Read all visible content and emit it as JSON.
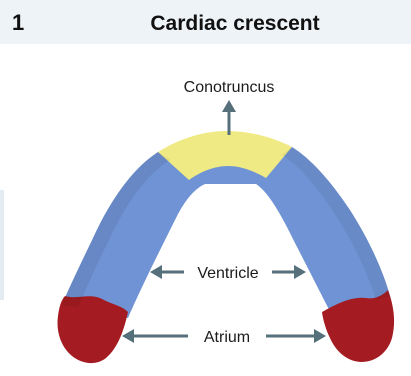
{
  "panel": {
    "number": "1",
    "title": "Cardiac crescent"
  },
  "labels": {
    "conotruncus": "Conotruncus",
    "ventricle": "Ventricle",
    "atrium": "Atrium"
  },
  "colors": {
    "conotruncus": "#f0ea84",
    "ventricle": "#6f93d4",
    "atrium": "#a41c22",
    "arrow": "#55707a",
    "header_band": "#eef3f8"
  }
}
